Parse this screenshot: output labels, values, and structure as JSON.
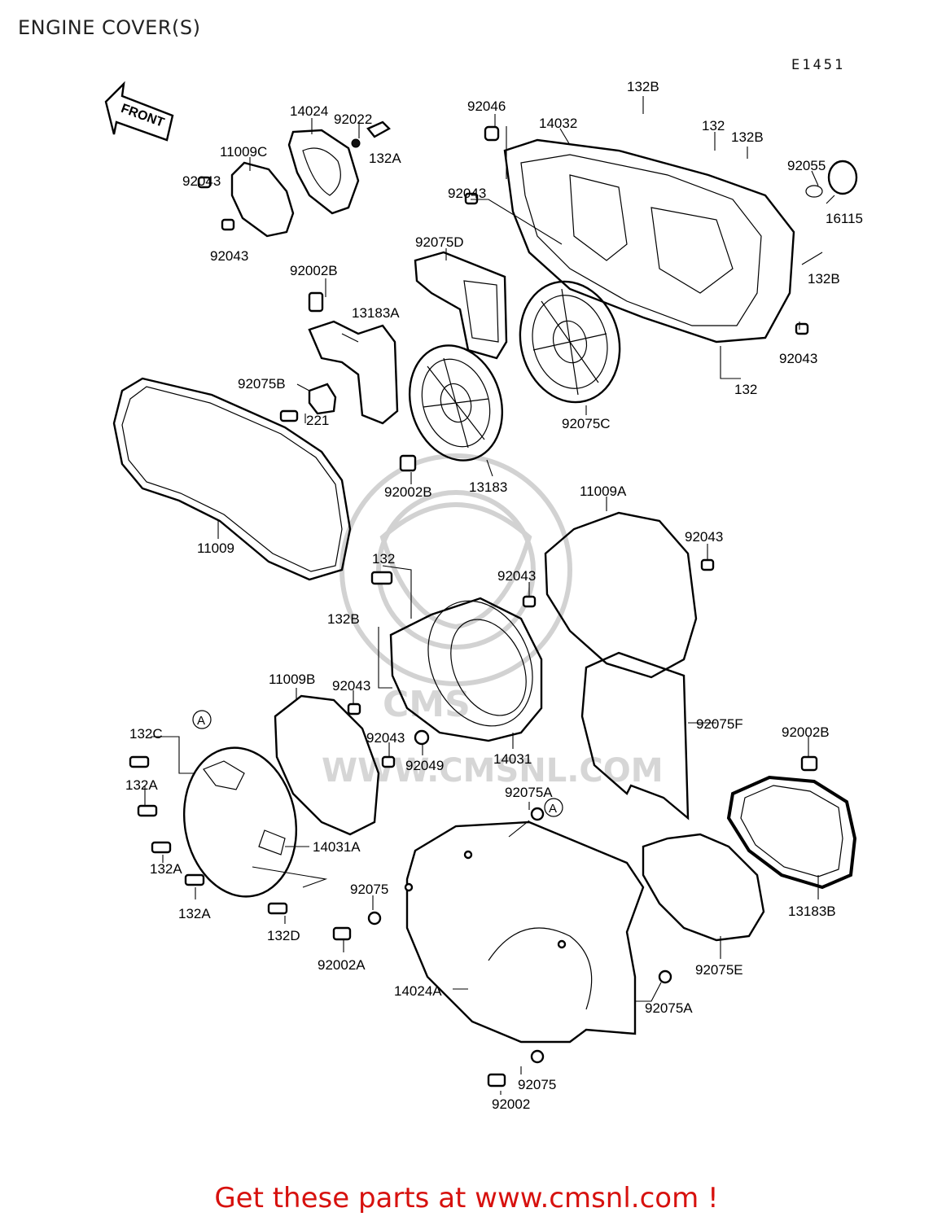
{
  "header": {
    "title": "ENGINE COVER(S)",
    "diagram_code": "E1451"
  },
  "front_arrow_label": "FRONT",
  "reference_marker": "A",
  "watermark": {
    "text": "WWW.CMSNL.COM",
    "logo_letters": "CMS"
  },
  "callouts": [
    "14024",
    "92022",
    "132A",
    "11009C",
    "92043",
    "92043",
    "92046",
    "14032",
    "132B",
    "132",
    "132B",
    "92055",
    "16115",
    "92043",
    "92075D",
    "132B",
    "92043",
    "132",
    "92002B",
    "13183A",
    "92075B",
    "221",
    "92075C",
    "92002B",
    "13183",
    "11009",
    "11009A",
    "92043",
    "132",
    "92043",
    "132B",
    "11009B",
    "92043",
    "92043",
    "92049",
    "14031",
    "92075F",
    "92002B",
    "132C",
    "132A",
    "132A",
    "132A",
    "14031A",
    "132D",
    "92075A",
    "92075",
    "92002A",
    "13183B",
    "92075E",
    "14024A",
    "92075A",
    "92075",
    "92002"
  ],
  "footer": {
    "text": "Get these parts at www.cmsnl.com !",
    "color": "#d7110e"
  }
}
